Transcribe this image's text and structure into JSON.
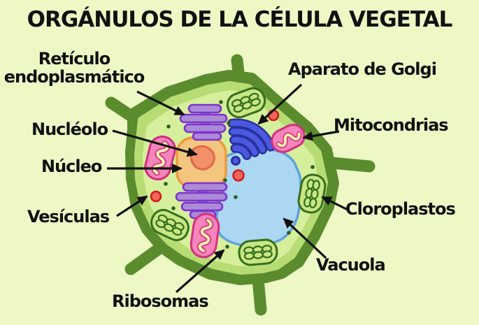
{
  "title": "ORGÁNULOS DE LA CÉLULA VEGETAL",
  "labels": {
    "endoplasmic_reticulum": "Retículo\nendoplasmático",
    "golgi": "Aparato de Golgi",
    "nucleolus": "Nucléolo",
    "mitochondria": "Mitocondrias",
    "nucleus": "Núcleo",
    "chloroplasts": "Cloroplastos",
    "vesicles": "Vesículas",
    "vacuole": "Vacuola",
    "ribosomes": "Ribosomas"
  },
  "colors": {
    "background": "#eef8c5",
    "cell_wall": "#5a8c2e",
    "cell_wall_inner_band": "#b7dc74",
    "cytoplasm": "#d6ef9c",
    "nucleus_fill": "#f3c57f",
    "nucleus_outline": "#eb9b3b",
    "nucleolus_fill": "#f2906a",
    "nucleolus_outline": "#e0694a",
    "er_fill": "#ab8ad6",
    "er_outline": "#7c33cc",
    "golgi_fill": "#4a5ae0",
    "golgi_outline": "#2c2f9e",
    "mitochondria_fill": "#f585bb",
    "mitochondria_outline": "#d2307f",
    "mitochondria_cristae": "#f8f2ad",
    "chloroplast_fill": "#c9e584",
    "chloroplast_outline": "#33701d",
    "vacuole_fill": "#abd7f3",
    "vacuole_outline": "#5fa3dc",
    "vesicle_fill": "#f2655c",
    "vesicle_outline": "#cb2018",
    "ribosome_dot": "#2f5e1b",
    "arrow": "#111111",
    "text": "#111111"
  }
}
